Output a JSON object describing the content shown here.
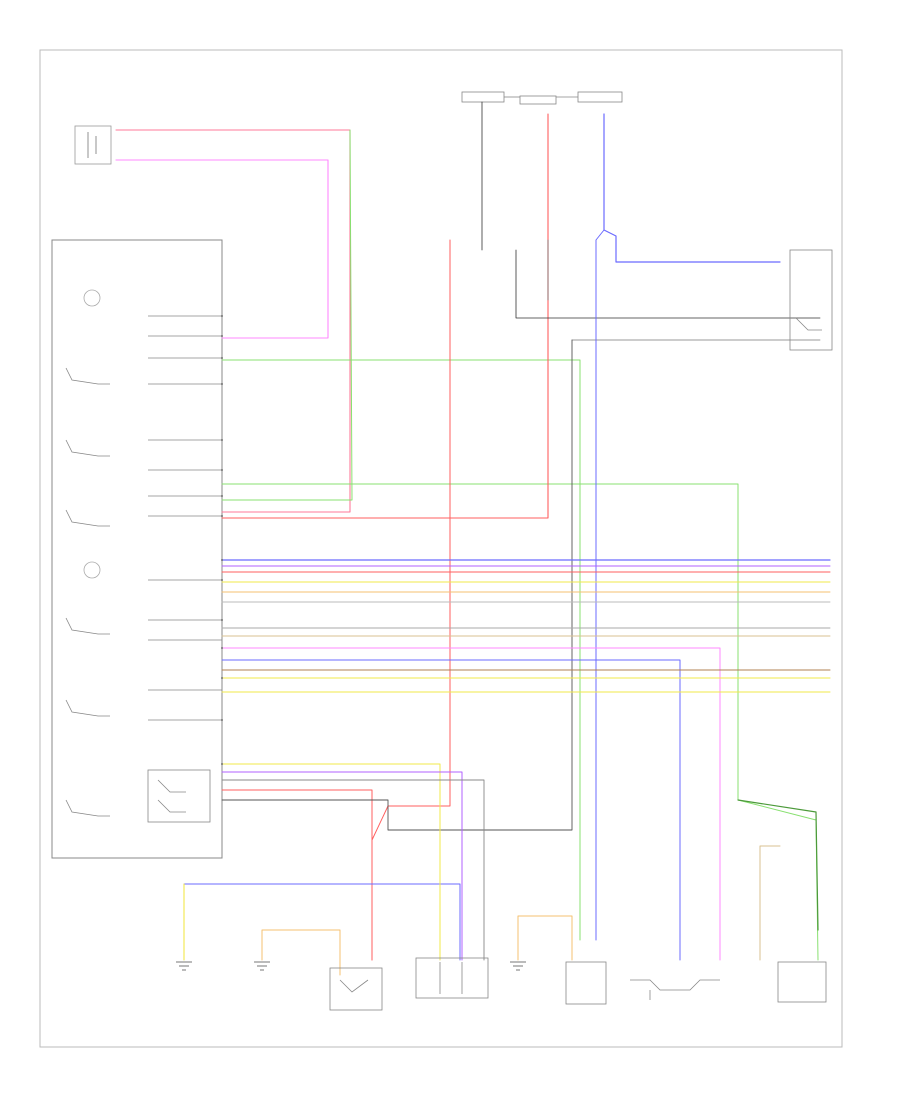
{
  "title": "",
  "footer": {
    "code": "",
    "wire_colors": {
      "red": "#ff5f5f",
      "pink": "#ff88ff",
      "green": "#88e070",
      "darkgreen": "#4c9a3a",
      "blue": "#6b6bff",
      "yellow": "#f2e84a",
      "orange": "#f4c070",
      "gray": "#999999",
      "black": "#222222",
      "violet": "#b060ff"
    }
  },
  "diagram": {
    "main_module": "",
    "components": [
      {
        "id": "recirc_air_flap",
        "label": ""
      },
      {
        "id": "fuse_top_left",
        "label": ""
      },
      {
        "id": "fuse_top_mid",
        "label": ""
      },
      {
        "id": "fuse_top_right",
        "label": ""
      },
      {
        "id": "sensor_left_mid",
        "label": ""
      },
      {
        "id": "sensor_right_mid",
        "label": ""
      },
      {
        "id": "ambient_temp_sensor",
        "label": ""
      },
      {
        "id": "fresh_air_blower_relay",
        "label": ""
      },
      {
        "id": "gnd_left",
        "label": ""
      },
      {
        "id": "gnd_mid",
        "label": ""
      },
      {
        "id": "fresh_air_blower_motor",
        "label": ""
      },
      {
        "id": "fresh_air_blower_regulator",
        "label": ""
      },
      {
        "id": "gnd_center",
        "label": ""
      },
      {
        "id": "ac_pressure_sensor",
        "label": ""
      },
      {
        "id": "fresh_air_intake_flap",
        "label": ""
      },
      {
        "id": "ac_compressor_clutch",
        "label": ""
      }
    ],
    "internal_elements": [
      {
        "id": "sensor_1",
        "label": ""
      },
      {
        "id": "switch_1",
        "label": ""
      },
      {
        "id": "switch_2",
        "label": ""
      },
      {
        "id": "switch_3",
        "label": ""
      },
      {
        "id": "sensor_2",
        "label": ""
      },
      {
        "id": "switch_4",
        "label": ""
      },
      {
        "id": "switch_5",
        "label": ""
      },
      {
        "id": "switch_6",
        "label": ""
      }
    ]
  }
}
